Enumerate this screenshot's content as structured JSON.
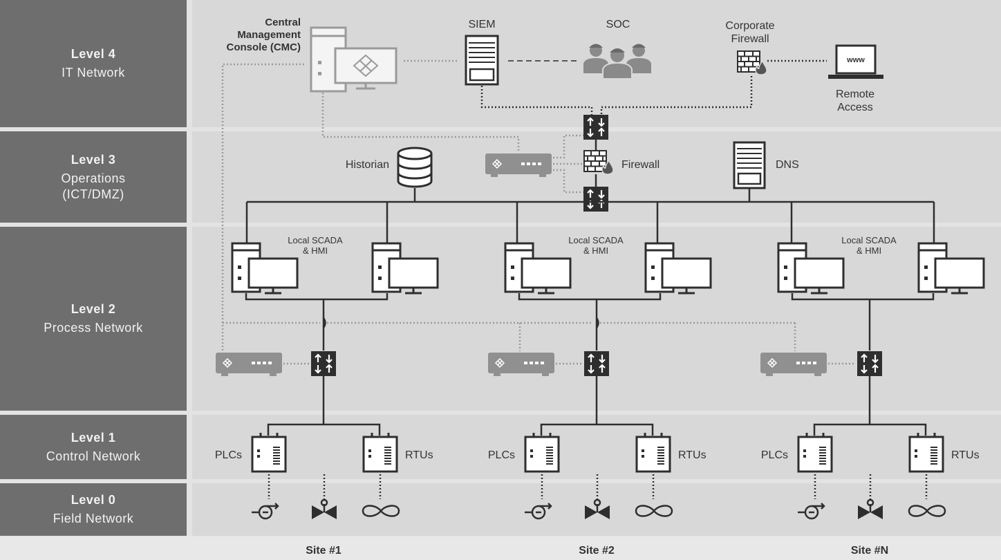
{
  "levels": [
    {
      "title": "Level 4",
      "subtitle": "IT Network"
    },
    {
      "title": "Level 3",
      "subtitle": "Operations",
      "subtitle2": "(ICT/DMZ)"
    },
    {
      "title": "Level 2",
      "subtitle": "Process Network"
    },
    {
      "title": "Level 1",
      "subtitle": "Control Network"
    },
    {
      "title": "Level 0",
      "subtitle": "Field Network"
    }
  ],
  "it": {
    "cmc_line1": "Central",
    "cmc_line2": "Management",
    "cmc_line3": "Console (CMC)",
    "siem": "SIEM",
    "soc": "SOC",
    "corp_fw_line1": "Corporate",
    "corp_fw_line2": "Firewall",
    "remote_line1": "Remote",
    "remote_line2": "Access",
    "www": "www"
  },
  "ops": {
    "historian": "Historian",
    "firewall": "Firewall",
    "dns": "DNS"
  },
  "process": {
    "scada_line1": "Local SCADA",
    "scada_line2": "& HMI"
  },
  "control": {
    "plcs": "PLCs",
    "rtus": "RTUs"
  },
  "sites": [
    "Site #1",
    "Site #2",
    "Site #N"
  ]
}
